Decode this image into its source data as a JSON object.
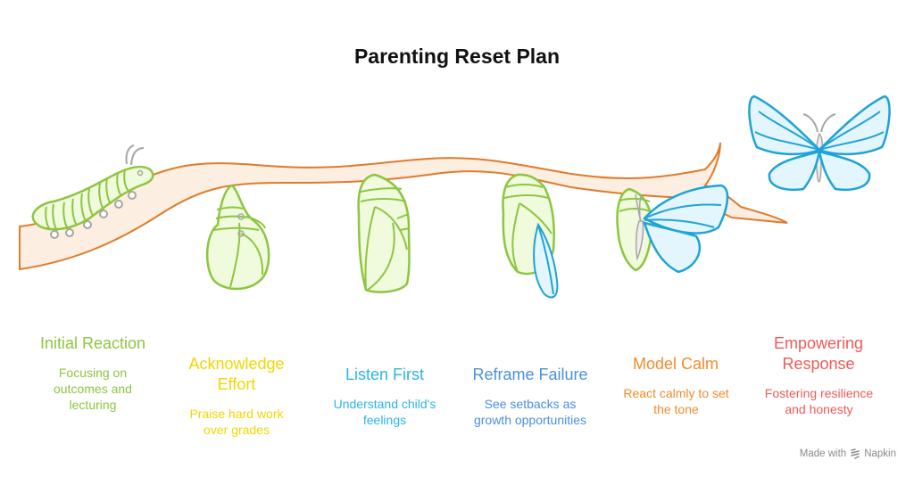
{
  "title": "Parenting Reset Plan",
  "stages": [
    {
      "heading": "Initial Reaction",
      "description": "Focusing on outcomes and lecturing",
      "color": "#8dc63f",
      "icon": "caterpillar-icon"
    },
    {
      "heading": "Acknowledge Effort",
      "description": "Praise hard work over grades",
      "color": "#f2d600",
      "icon": "early-chrysalis-icon"
    },
    {
      "heading": "Listen First",
      "description": "Understand child's feelings",
      "color": "#2bb5e8",
      "icon": "chrysalis-icon"
    },
    {
      "heading": "Reframe Failure",
      "description": "See setbacks as growth opportunities",
      "color": "#4a8fe0",
      "icon": "chrysalis-wing-showing-icon"
    },
    {
      "heading": "Model Calm",
      "description": "React calmly to set the tone",
      "color": "#f08c2a",
      "icon": "emerging-butterfly-icon"
    },
    {
      "heading": "Empowering Response",
      "description": "Fostering resilience and honesty",
      "color": "#ef5a5a",
      "icon": "butterfly-icon"
    }
  ],
  "colors": {
    "branch_fill": "#fdeee2",
    "branch_stroke": "#e07b2a",
    "green_stroke": "#8cc63f",
    "green_fill": "#f0fadc",
    "blue_stroke": "#1fa3d6",
    "blue_fill": "#e3f5fd",
    "gray": "#a6a6a6"
  },
  "footer": {
    "made_with": "Made with",
    "brand": "Napkin"
  }
}
